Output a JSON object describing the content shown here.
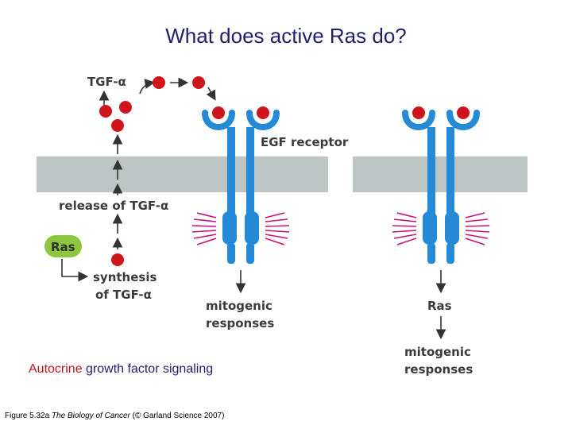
{
  "slide": {
    "title": "What does active Ras do?"
  },
  "diagram": {
    "label_tgf": "TGF-α",
    "label_receptor": "EGF receptor",
    "label_release": "release of TGF-α",
    "ras_badge": "Ras",
    "label_synthesis_1": "synthesis",
    "label_synthesis_2": "of TGF-α",
    "left_output_1": "mitogenic",
    "left_output_2": "responses",
    "right_ras": "Ras",
    "right_output_1": "mitogenic",
    "right_output_2": "responses",
    "colors": {
      "membrane": "#bcc5c3",
      "receptor": "#2489d6",
      "ligand": "#d0141c",
      "ras_badge": "#8cc63f",
      "signal_lines": "#c8147a",
      "arrows": "#333333"
    }
  },
  "caption": {
    "accent_word": "Autocrine",
    "rest": " growth factor signaling"
  },
  "credit": {
    "prefix": "Figure 5.32a ",
    "book": "The Biology of Cancer",
    "suffix": " (© Garland Science 2007)"
  }
}
